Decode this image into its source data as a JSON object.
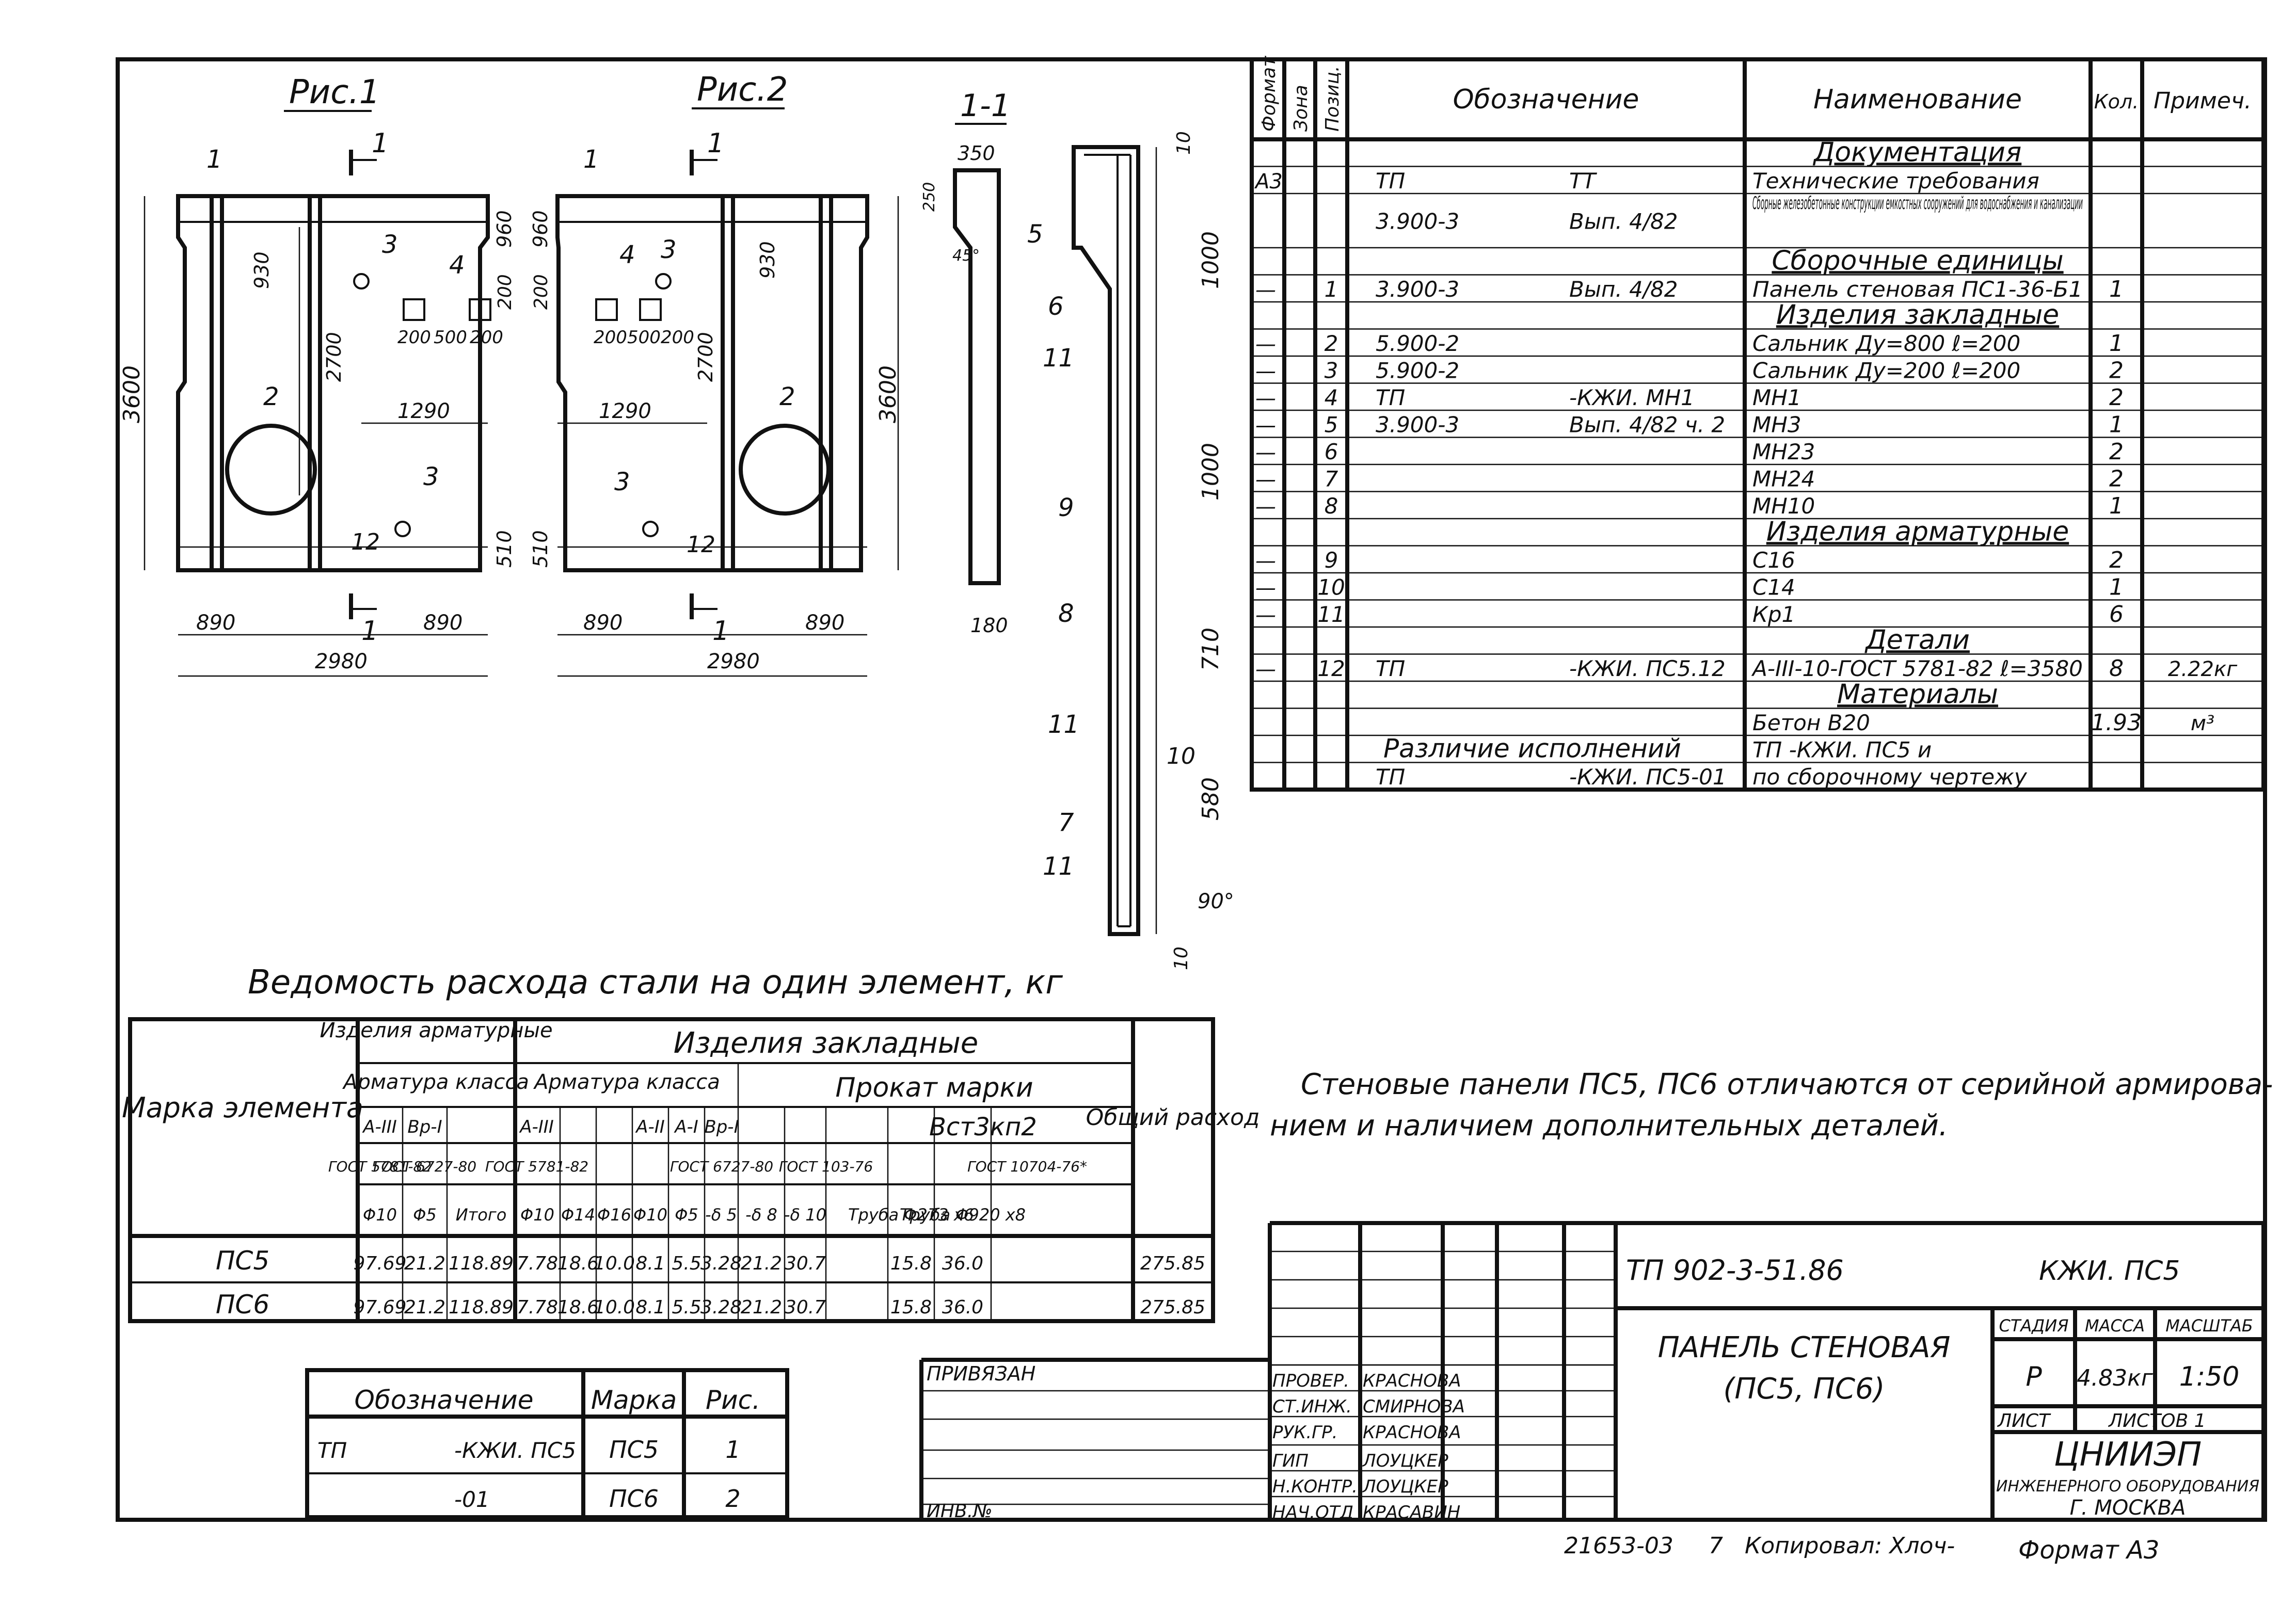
{
  "figures": {
    "fig1_title": "Рис.1",
    "fig2_title": "Рис.2",
    "section_title": "1-1",
    "cut_mark": "1",
    "dims": {
      "h3600": "3600",
      "h2700": "2700",
      "h930": "930",
      "h960": "960",
      "h200": "200",
      "h510": "510",
      "w200": "200",
      "w500": "500",
      "w1290": "1290",
      "w890": "890",
      "w2980": "2980",
      "w350": "350",
      "w180": "180",
      "w250": "250",
      "ang45": "45°",
      "s10": "10",
      "s1000": "1000",
      "s710": "710",
      "s580": "580",
      "ang90": "90°"
    },
    "callouts": [
      "1",
      "2",
      "3",
      "4",
      "5",
      "6",
      "7",
      "8",
      "9",
      "10",
      "11",
      "12"
    ]
  },
  "spec": {
    "headers": [
      "Формат",
      "Зона",
      "Позиц.",
      "Обозначение",
      "Наименование",
      "Кол.",
      "Примеч."
    ],
    "rows": [
      {
        "fmt": "",
        "zone": "",
        "pos": "",
        "doc": "",
        "doc2": "",
        "name": "Документация",
        "qty": "",
        "note": "",
        "section": true
      },
      {
        "fmt": "А3",
        "zone": "",
        "pos": "",
        "doc": "ТП",
        "doc2": "ТТ",
        "name": "Технические требования",
        "qty": "",
        "note": ""
      },
      {
        "fmt": "",
        "zone": "",
        "pos": "",
        "doc": "3.900-3",
        "doc2": "Вып. 4/82",
        "name": "Сборные железобетонные конструкции емкостных сооружений для водоснабжения и канализации",
        "qty": "",
        "note": "",
        "tall": true
      },
      {
        "fmt": "",
        "zone": "",
        "pos": "",
        "doc": "",
        "doc2": "",
        "name": "Сборочные единицы",
        "qty": "",
        "note": "",
        "section": true
      },
      {
        "fmt": "—",
        "zone": "",
        "pos": "1",
        "doc": "3.900-3",
        "doc2": "Вып. 4/82",
        "name": "Панель стеновая ПС1-36-Б1",
        "qty": "1",
        "note": ""
      },
      {
        "fmt": "",
        "zone": "",
        "pos": "",
        "doc": "",
        "doc2": "",
        "name": "Изделия закладные",
        "qty": "",
        "note": "",
        "section": true
      },
      {
        "fmt": "—",
        "zone": "",
        "pos": "2",
        "doc": "5.900-2",
        "doc2": "",
        "name": "Сальник Ду=800 ℓ=200",
        "qty": "1",
        "note": ""
      },
      {
        "fmt": "—",
        "zone": "",
        "pos": "3",
        "doc": "5.900-2",
        "doc2": "",
        "name": "Сальник Ду=200 ℓ=200",
        "qty": "2",
        "note": ""
      },
      {
        "fmt": "—",
        "zone": "",
        "pos": "4",
        "doc": "ТП",
        "doc2": "-КЖИ. МН1",
        "name": "МН1",
        "qty": "2",
        "note": ""
      },
      {
        "fmt": "—",
        "zone": "",
        "pos": "5",
        "doc": "3.900-3",
        "doc2": "Вып. 4/82 ч. 2",
        "name": "МН3",
        "qty": "1",
        "note": ""
      },
      {
        "fmt": "—",
        "zone": "",
        "pos": "6",
        "doc": "",
        "doc2": "",
        "name": "МН23",
        "qty": "2",
        "note": ""
      },
      {
        "fmt": "—",
        "zone": "",
        "pos": "7",
        "doc": "",
        "doc2": "",
        "name": "МН24",
        "qty": "2",
        "note": ""
      },
      {
        "fmt": "—",
        "zone": "",
        "pos": "8",
        "doc": "",
        "doc2": "",
        "name": "МН10",
        "qty": "1",
        "note": ""
      },
      {
        "fmt": "",
        "zone": "",
        "pos": "",
        "doc": "",
        "doc2": "",
        "name": "Изделия арматурные",
        "qty": "",
        "note": "",
        "section": true
      },
      {
        "fmt": "—",
        "zone": "",
        "pos": "9",
        "doc": "",
        "doc2": "",
        "name": "С16",
        "qty": "2",
        "note": ""
      },
      {
        "fmt": "—",
        "zone": "",
        "pos": "10",
        "doc": "",
        "doc2": "",
        "name": "С14",
        "qty": "1",
        "note": ""
      },
      {
        "fmt": "—",
        "zone": "",
        "pos": "11",
        "doc": "",
        "doc2": "",
        "name": "Кр1",
        "qty": "6",
        "note": ""
      },
      {
        "fmt": "",
        "zone": "",
        "pos": "",
        "doc": "",
        "doc2": "",
        "name": "Детали",
        "qty": "",
        "note": "",
        "section": true
      },
      {
        "fmt": "—",
        "zone": "",
        "pos": "12",
        "doc": "ТП",
        "doc2": "-КЖИ. ПС5.12",
        "name": "А-III-10-ГОСТ 5781-82 ℓ=3580",
        "qty": "8",
        "note": "2.22кг"
      },
      {
        "fmt": "",
        "zone": "",
        "pos": "",
        "doc": "",
        "doc2": "",
        "name": "Материалы",
        "qty": "",
        "note": "",
        "section": true
      },
      {
        "fmt": "",
        "zone": "",
        "pos": "",
        "doc": "",
        "doc2": "",
        "name": "Бетон В20",
        "qty": "1.93",
        "note": "м³"
      },
      {
        "fmt": "",
        "zone": "",
        "pos": "",
        "doc": "Различие исполнений",
        "doc2": "",
        "name": "ТП -КЖИ. ПС5 и",
        "qty": "",
        "note": ""
      },
      {
        "fmt": "",
        "zone": "",
        "pos": "",
        "doc": "ТП",
        "doc2": "-КЖИ. ПС5-01",
        "name": "по сборочному чертежу",
        "qty": "",
        "note": ""
      }
    ]
  },
  "note_text": [
    "Стеновые панели ПС5, ПС6 отличаются от серийной армирова-",
    "нием и наличием дополнительных деталей."
  ],
  "steel": {
    "title": "Ведомость расхода стали на один элемент, кг",
    "mark_header": "Марка элемента",
    "group_arm": "Изделия арматурные",
    "group_zakl": "Изделия закладные",
    "arm_class": "Арматура класса",
    "zakl_class": "Арматура класса",
    "prokat": "Прокат марки",
    "total": "Общий расход",
    "steel_grade": "Вст3кп2",
    "classes": [
      "А-III",
      "Вр-I",
      "А-III",
      "А-II",
      "А-I",
      "Вр-I"
    ],
    "gosts": [
      "ГОСТ 5781-82",
      "ГОСТ 6727-80",
      "ГОСТ 5781-82",
      "ГОСТ 6727-80",
      "ГОСТ 103-76",
      "ГОСТ 10704-76*"
    ],
    "cols": [
      "Φ10",
      "Φ5",
      "Итого",
      "Φ10",
      "Φ14",
      "Φ16",
      "Φ10",
      "Φ5",
      "-δ 5",
      "-δ 8",
      "-δ 10",
      "",
      "Труба Φ273 х6",
      "Труба Φ920 х8",
      ""
    ],
    "rows": [
      {
        "mark": "ПС5",
        "vals": [
          "97.69",
          "21.2",
          "118.89",
          "7.78",
          "18.6",
          "10.0",
          "8.1",
          "5.5",
          "3.28",
          "21.2",
          "30.7",
          "",
          "15.8",
          "36.0",
          "275.85"
        ]
      },
      {
        "mark": "ПС6",
        "vals": [
          "97.69",
          "21.2",
          "118.89",
          "7.78",
          "18.6",
          "10.0",
          "8.1",
          "5.5",
          "3.28",
          "21.2",
          "30.7",
          "",
          "15.8",
          "36.0",
          "275.85"
        ]
      }
    ]
  },
  "variants": {
    "headers": [
      "Обозначение",
      "Марка",
      "Рис."
    ],
    "rows": [
      {
        "d1": "ТП",
        "d2": "-КЖИ. ПС5",
        "mark": "ПС5",
        "fig": "1"
      },
      {
        "d1": "",
        "d2": "-01",
        "mark": "ПС6",
        "fig": "2"
      }
    ]
  },
  "stamp": {
    "privyazan": "ПРИВЯЗАН",
    "inv": "ИНВ.№",
    "code": "ТП 902-3-51.86",
    "code2": "КЖИ. ПС5",
    "title1": "ПАНЕЛЬ СТЕНОВАЯ",
    "title2": "(ПС5, ПС6)",
    "stage_h": "СТАДИЯ",
    "mass_h": "МАССА",
    "scale_h": "МАСШТАБ",
    "stage": "Р",
    "mass": "4.83кг",
    "scale": "1:50",
    "sheet_h": "ЛИСТ",
    "sheets_h": "ЛИСТОВ 1",
    "org1": "ЦНИИЭП",
    "org2": "ИНЖЕНЕРНОГО ОБОРУДОВАНИЯ",
    "org3": "Г. МОСКВА",
    "roles": [
      {
        "role": "ПРОВЕР.",
        "name": "КРАСНОВА"
      },
      {
        "role": "СТ.ИНЖ.",
        "name": "СМИРНОВА"
      },
      {
        "role": "РУК.ГР.",
        "name": "КРАСНОВА"
      },
      {
        "role": "ГИП",
        "name": "ЛОУЦКЕР"
      },
      {
        "role": "Н.КОНТР.",
        "name": "ЛОУЦКЕР"
      },
      {
        "role": "НАЧ.ОТД",
        "name": "КРАСАВИН"
      }
    ]
  },
  "footer": {
    "num": "21653-03",
    "sheet": "7",
    "copied": "Копировал: Хлоч-",
    "format": "Формат А3"
  }
}
